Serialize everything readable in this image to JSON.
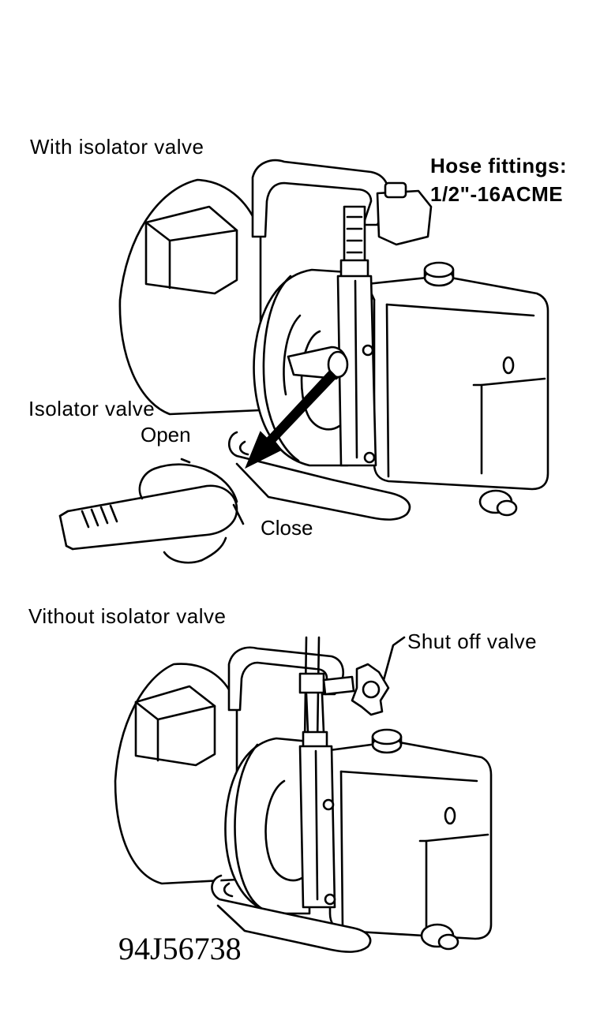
{
  "figure": {
    "top": {
      "heading": "With isolator valve",
      "hose_line1": "Hose fittings:",
      "hose_line2": "1/2\"-16ACME",
      "isolator_label": "Isolator valve",
      "open_label": "Open",
      "close_label": "Close"
    },
    "bottom": {
      "heading": "Vithout isolator valve",
      "shutoff_label": "Shut off valve"
    },
    "code": "94J56738"
  }
}
